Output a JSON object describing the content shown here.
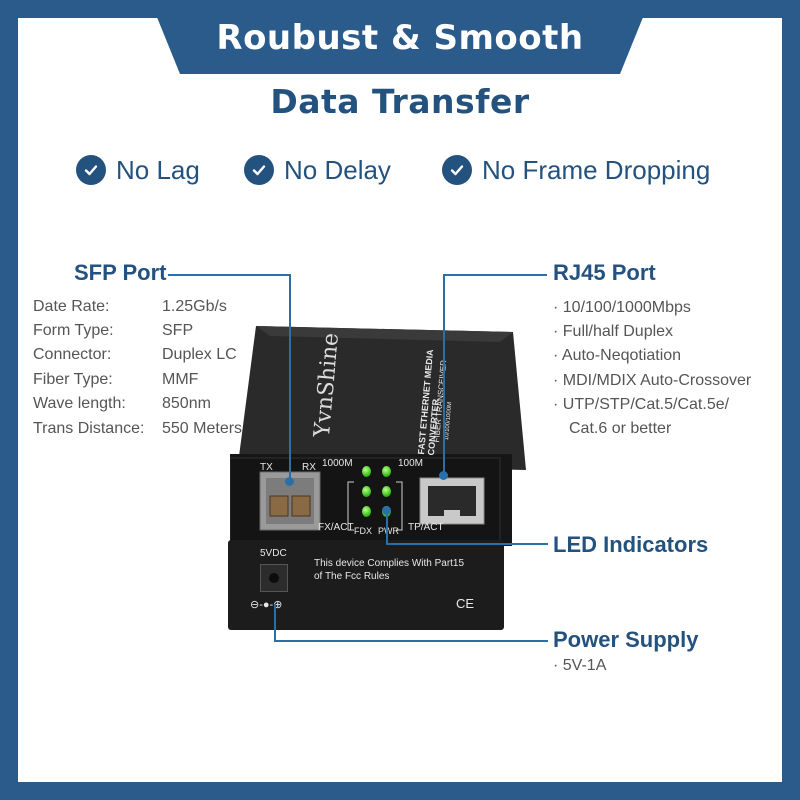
{
  "header": {
    "title_line1": "Roubust & Smooth",
    "title_line2": "Data Transfer"
  },
  "features": [
    {
      "label": "No Lag",
      "icon": "check-circle-icon"
    },
    {
      "label": "No Delay",
      "icon": "check-circle-icon"
    },
    {
      "label": "No Frame Dropping",
      "icon": "check-circle-icon"
    }
  ],
  "sfp": {
    "title": "SFP Port",
    "specs": [
      {
        "label": "Date Rate:",
        "value": "1.25Gb/s"
      },
      {
        "label": "Form Type:",
        "value": "SFP"
      },
      {
        "label": "Connector:",
        "value": "Duplex LC"
      },
      {
        "label": "Fiber Type:",
        "value": "MMF"
      },
      {
        "label": "Wave length:",
        "value": "850nm"
      },
      {
        "label": "Trans Distance:",
        "value": "550 Meters"
      }
    ]
  },
  "rj45": {
    "title": "RJ45 Port",
    "bullets": [
      "· 10/100/1000Mbps",
      "· Full/half Duplex",
      "· Auto-Neqotiation",
      "· MDI/MDIX Auto-Crossover",
      "· UTP/STP/Cat.5/Cat.5e/",
      "Cat.6 or better"
    ]
  },
  "led": {
    "title": "LED Indicators"
  },
  "power": {
    "title": "Power Supply",
    "bullets": [
      "· 5V-1A"
    ]
  },
  "device": {
    "brand": "YvnShine",
    "model_line1": "FAST ETHERNET MEDIA CONVERTER",
    "model_line2": "FIBER TRANSCEIVER",
    "model_line3": "10/100/1000M",
    "tx": "TX",
    "rx": "RX",
    "speed_1000": "1000M",
    "speed_100": "100M",
    "fx_act": "FX/ACT",
    "fdx": "FDX",
    "pwr": "PWR",
    "tp_act": "TP/ACT",
    "dc_label": "5VDC",
    "compliance_line1": "This device Complies With Part15",
    "compliance_line2": "of The Fcc Rules",
    "ce_mark": "CE",
    "polarity": "⊖-●-⊕"
  },
  "colors": {
    "brand_blue": "#2b5b8a",
    "text_blue": "#24527f",
    "line_blue": "#2b6fa8",
    "led_green": "#3fc21e"
  }
}
